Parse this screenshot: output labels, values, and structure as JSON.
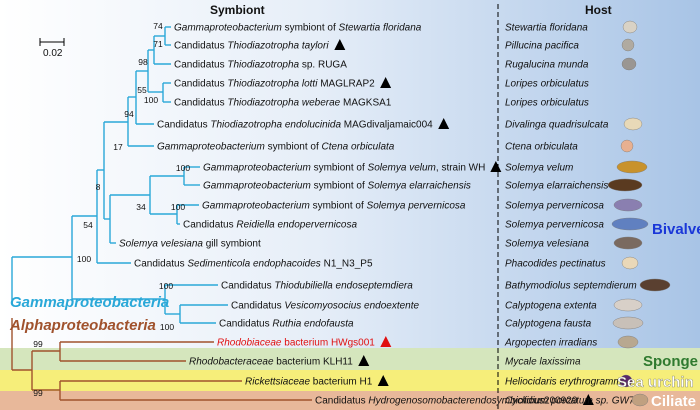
{
  "headers": {
    "symbiont": "Symbiont",
    "host": "Host"
  },
  "scale_bar": {
    "label": "0.02"
  },
  "clade_labels": {
    "gamma": "Gammaproteobacteria",
    "alpha": "Alphaproteobacteria"
  },
  "group_labels": {
    "bivalve": "Bivalve",
    "sponge": "Sponge",
    "sea_urchin": "Sea urchin",
    "ciliate": "Ciliate"
  },
  "colors": {
    "gamma_branch": "#2aa8d8",
    "alpha_branch": "#a0522d",
    "highlight": "#e01010",
    "bivalve_bg": "#b7cfe9",
    "sponge_bg": "#d5e6bd",
    "urchin_bg": "#f6ee7a",
    "ciliate_bg": "#e8b89a"
  },
  "taxa": [
    {
      "pre": "",
      "it": "Gammaproteobacterium",
      "post": " symbiont of ",
      "it2": "Stewartia floridana",
      "tail": "",
      "tri": false,
      "host": "Stewartia floridana"
    },
    {
      "pre": "Candidatus ",
      "it": "Thiodiazotropha taylori",
      "post": "",
      "it2": "",
      "tail": "",
      "tri": true,
      "host": "Pillucina pacifica"
    },
    {
      "pre": "Candidatus ",
      "it": "Thiodiazotropha",
      "post": " sp. RUGA",
      "it2": "",
      "tail": "",
      "tri": false,
      "host": "Rugalucina munda"
    },
    {
      "pre": "Candidatus ",
      "it": "Thiodiazotropha lotti",
      "post": " MAGLRAP2",
      "it2": "",
      "tail": "",
      "tri": true,
      "host": "Loripes orbiculatus"
    },
    {
      "pre": "Candidatus ",
      "it": "Thiodiazotropha weberae",
      "post": " MAGKSA1",
      "it2": "",
      "tail": "",
      "tri": false,
      "host": "Loripes orbiculatus"
    },
    {
      "pre": "Candidatus ",
      "it": "Thiodiazotropha endolucinida",
      "post": " MAGdivaljamaic004",
      "it2": "",
      "tail": "",
      "tri": true,
      "host": "Divalinga quadrisulcata"
    },
    {
      "pre": "",
      "it": "Gammaproteobacterium",
      "post": " symbiont of ",
      "it2": "Ctena orbiculata",
      "tail": "",
      "tri": false,
      "host": "Ctena orbiculata"
    },
    {
      "pre": "",
      "it": "Gammaproteobacterium",
      "post": " symbiont of ",
      "it2": "Solemya velum",
      "tail": ", strain WH",
      "tri": true,
      "host": "Solemya velum"
    },
    {
      "pre": "",
      "it": "Gammaproteobacterium",
      "post": " symbiont of ",
      "it2": "Solemya elarraichensis",
      "tail": "",
      "tri": false,
      "host": "Solemya elarraichensis"
    },
    {
      "pre": "",
      "it": "Gammaproteobacterium",
      "post": " symbiont of ",
      "it2": "Solemya pervernicosa",
      "tail": "",
      "tri": false,
      "host": "Solemya pervernicosa"
    },
    {
      "pre": "Candidatus ",
      "it": "Reidiella endopervernicosa",
      "post": "",
      "it2": "",
      "tail": "",
      "tri": false,
      "host": "Solemya pervernicosa"
    },
    {
      "pre": "",
      "it": "Solemya velesiana",
      "post": " gill symbiont",
      "it2": "",
      "tail": "",
      "tri": false,
      "host": "Solemya velesiana"
    },
    {
      "pre": "Candidatus ",
      "it": "Sedimenticola endophacoides",
      "post": " N1_N3_P5",
      "it2": "",
      "tail": "",
      "tri": false,
      "host": "Phacodides pectinatus"
    },
    {
      "pre": "Candidatus ",
      "it": "Thiodubiliella endoseptemdiera",
      "post": "",
      "it2": "",
      "tail": "",
      "tri": false,
      "host": "Bathymodiolus septemdierum"
    },
    {
      "pre": "Candidatus ",
      "it": "Vesicomyosocius endoextente",
      "post": "",
      "it2": "",
      "tail": "",
      "tri": false,
      "host": "Calyptogena extenta"
    },
    {
      "pre": "Candidatus ",
      "it": "Ruthia endofausta",
      "post": "",
      "it2": "",
      "tail": "",
      "tri": false,
      "host": "Calyptogena fausta"
    },
    {
      "pre": "",
      "it": "Rhodobiaceae",
      "post": " bacterium HWgs001",
      "it2": "",
      "tail": "",
      "tri": true,
      "host": "Argopecten irradians",
      "red": true
    },
    {
      "pre": "",
      "it": "Rhodobacteraceae",
      "post": " bacterium KLH11",
      "it2": "",
      "tail": "",
      "tri": true,
      "host": "Mycale laxissima"
    },
    {
      "pre": "",
      "it": "Rickettsiaceae",
      "post": " bacterium H1",
      "it2": "",
      "tail": "",
      "tri": true,
      "host": "Heliocidaris erythrogramma"
    },
    {
      "pre": "Candidatus ",
      "it": "Hydrogenosomobacterendosymbioticus",
      "post": "200920",
      "it2": "",
      "tail": "",
      "tri": true,
      "host": "Cyclidium porcatum sp. GW7"
    }
  ],
  "bootstrap": [
    "74",
    "71",
    "98",
    "55",
    "100",
    "94",
    "17",
    "100",
    "8",
    "34",
    "100",
    "54",
    "100",
    "100",
    "100",
    "99",
    "99"
  ]
}
